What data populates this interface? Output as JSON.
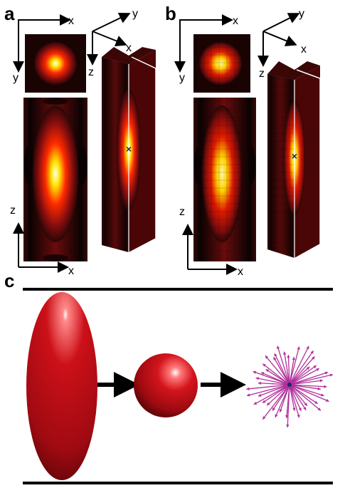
{
  "panels": {
    "a": "a",
    "b": "b",
    "c": "c"
  },
  "axes": {
    "x": "x",
    "y": "y",
    "z": "z"
  },
  "marker": "×",
  "colors": {
    "heat_dark": "#0a0202",
    "heat_red": "#8a0e0e",
    "heat_bright": "#ff2a00",
    "heat_yellow": "#ffe600",
    "heat_white": "#fffff0",
    "ellipsoid": "#c4101a",
    "arrows": "#b0309a",
    "marker": "#1b2a6b"
  },
  "icons": [
    "axis-arrow",
    "cross-marker",
    "process-arrow",
    "radial-arrows"
  ]
}
